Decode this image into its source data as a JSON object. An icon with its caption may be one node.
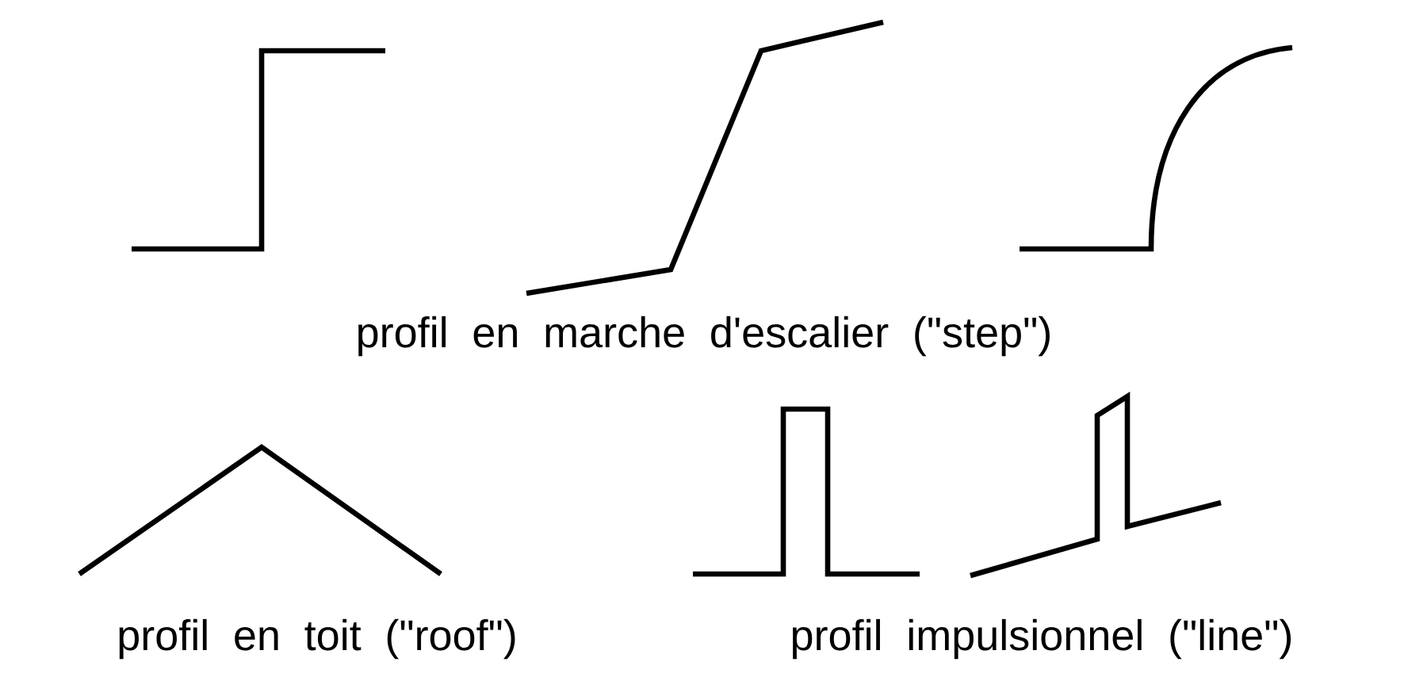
{
  "diagram": {
    "labels": [
      "profil en marche d'escalier (\"step\")",
      "profil en toit (\"roof\")",
      "profil impulsionnel (\"line\")"
    ]
  }
}
